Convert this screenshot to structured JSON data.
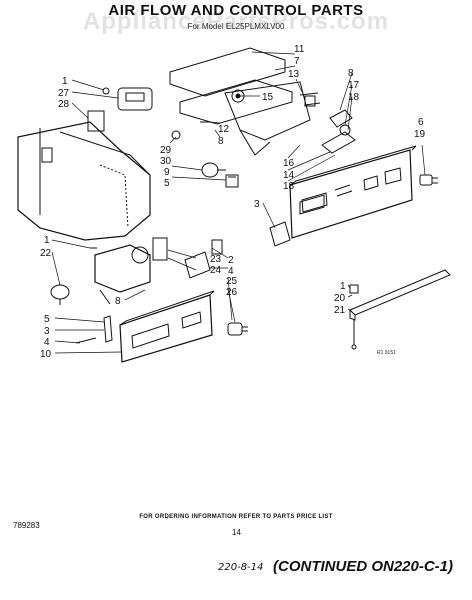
{
  "header": {
    "title": "AIR FLOW AND CONTROL PARTS",
    "model_line": "For Model EL25PLMXLV00",
    "watermark": "AppliancePartsPros.com"
  },
  "callouts": [
    {
      "id": "c1",
      "text": "11"
    },
    {
      "id": "c2",
      "text": "7"
    },
    {
      "id": "c3",
      "text": "13"
    },
    {
      "id": "c4",
      "text": "15"
    },
    {
      "id": "c5",
      "text": "1"
    },
    {
      "id": "c6",
      "text": "27"
    },
    {
      "id": "c7",
      "text": "28"
    },
    {
      "id": "c8",
      "text": "12"
    },
    {
      "id": "c9",
      "text": "8"
    },
    {
      "id": "c10",
      "text": "29"
    },
    {
      "id": "c11",
      "text": "30"
    },
    {
      "id": "c12",
      "text": "9"
    },
    {
      "id": "c13",
      "text": "5"
    },
    {
      "id": "c14",
      "text": "8"
    },
    {
      "id": "c15",
      "text": "17"
    },
    {
      "id": "c16",
      "text": "18"
    },
    {
      "id": "c17",
      "text": "6"
    },
    {
      "id": "c18",
      "text": "19"
    },
    {
      "id": "c19",
      "text": "16"
    },
    {
      "id": "c20",
      "text": "14"
    },
    {
      "id": "c21",
      "text": "18"
    },
    {
      "id": "c22",
      "text": "3"
    },
    {
      "id": "c23",
      "text": "1"
    },
    {
      "id": "c24",
      "text": "22"
    },
    {
      "id": "c25",
      "text": "23"
    },
    {
      "id": "c26",
      "text": "24"
    },
    {
      "id": "c27",
      "text": "2"
    },
    {
      "id": "c28",
      "text": "4"
    },
    {
      "id": "c29",
      "text": "25"
    },
    {
      "id": "c30",
      "text": "26"
    },
    {
      "id": "c31",
      "text": "8"
    },
    {
      "id": "c32",
      "text": "5"
    },
    {
      "id": "c33",
      "text": "3"
    },
    {
      "id": "c34",
      "text": "4"
    },
    {
      "id": "c35",
      "text": "10"
    },
    {
      "id": "c36",
      "text": "1"
    },
    {
      "id": "c37",
      "text": "20"
    },
    {
      "id": "c38",
      "text": "21"
    }
  ],
  "figure_id": "R1 9151",
  "footer": {
    "ordering_note": "FOR ORDERING INFORMATION REFER TO PARTS PRICE LIST",
    "doc_number": "789283",
    "page_number": "14",
    "handwritten_ref": "220-8-14",
    "continued": "(CONTINUED ON220-C-1)"
  },
  "colors": {
    "ink": "#111111",
    "background": "#ffffff"
  }
}
